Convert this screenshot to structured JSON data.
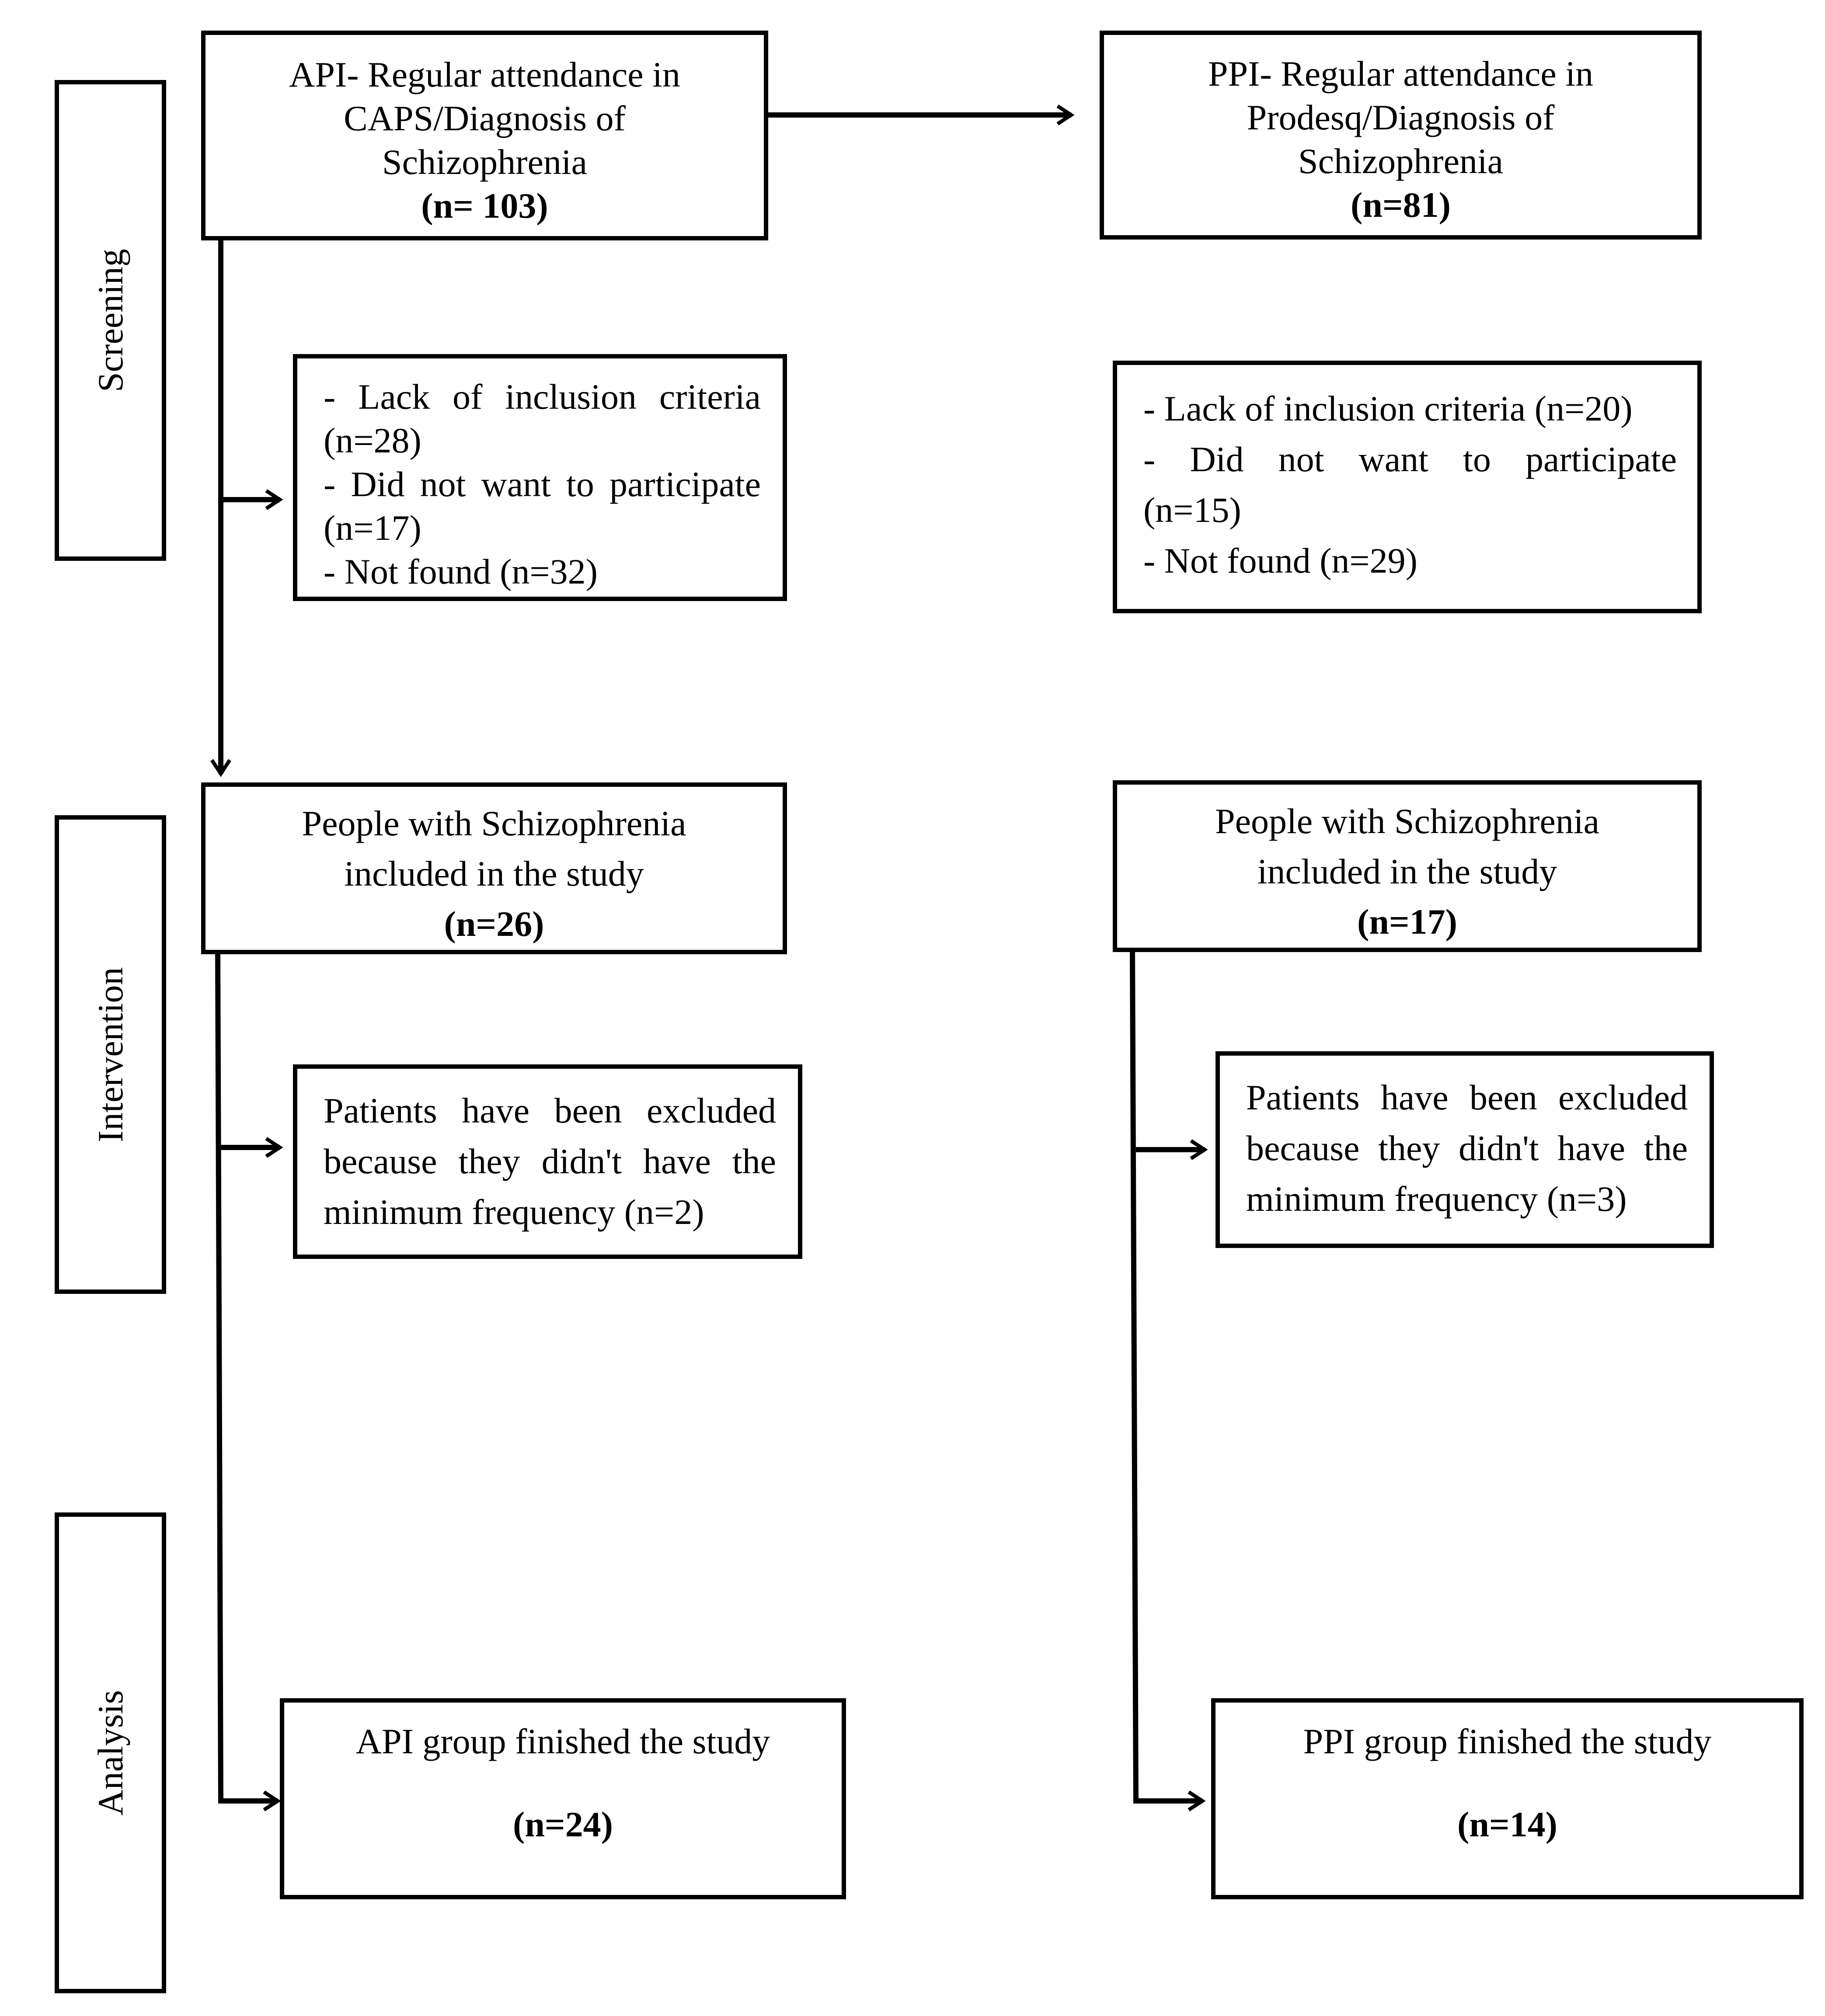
{
  "stages": {
    "screening": "Screening",
    "intervention": "Intervention",
    "analysis": "Analysis"
  },
  "api": {
    "screening_line1": "API- Regular attendance in",
    "screening_line2": "CAPS/Diagnosis of",
    "screening_line3": "Schizophrenia",
    "screening_n": "(n= 103)",
    "excluded_line1": "- Lack of inclusion criteria",
    "excluded_line2": "(n=28)",
    "excluded_line3": "- Did not want to participate",
    "excluded_line4": "(n=17)",
    "excluded_line5": "- Not found (n=32)",
    "included_line1": "People with Schizophrenia",
    "included_line2": "included in the study",
    "included_n": "(n=26)",
    "removed_line1": "Patients have been excluded",
    "removed_line2": "because they didn't have the",
    "removed_line3": "minimum frequency (n=2)",
    "finished_line1": "API group finished the study",
    "finished_n": "(n=24)"
  },
  "ppi": {
    "screening_line1": "PPI- Regular attendance in",
    "screening_line2": "Prodesq/Diagnosis of",
    "screening_line3": "Schizophrenia",
    "screening_n": "(n=81)",
    "excluded_line1": "- Lack of inclusion criteria (n=20)",
    "excluded_line2": "- Did not want to participate",
    "excluded_line3": "(n=15)",
    "excluded_line4": "- Not found (n=29)",
    "included_line1": "People with Schizophrenia",
    "included_line2": "included in the study",
    "included_n": "(n=17)",
    "removed_line1": "Patients have been excluded",
    "removed_line2": "because they didn't have the",
    "removed_line3": "minimum frequency (n=3)",
    "finished_line1": "PPI group finished the study",
    "finished_n": "(n=14)"
  }
}
